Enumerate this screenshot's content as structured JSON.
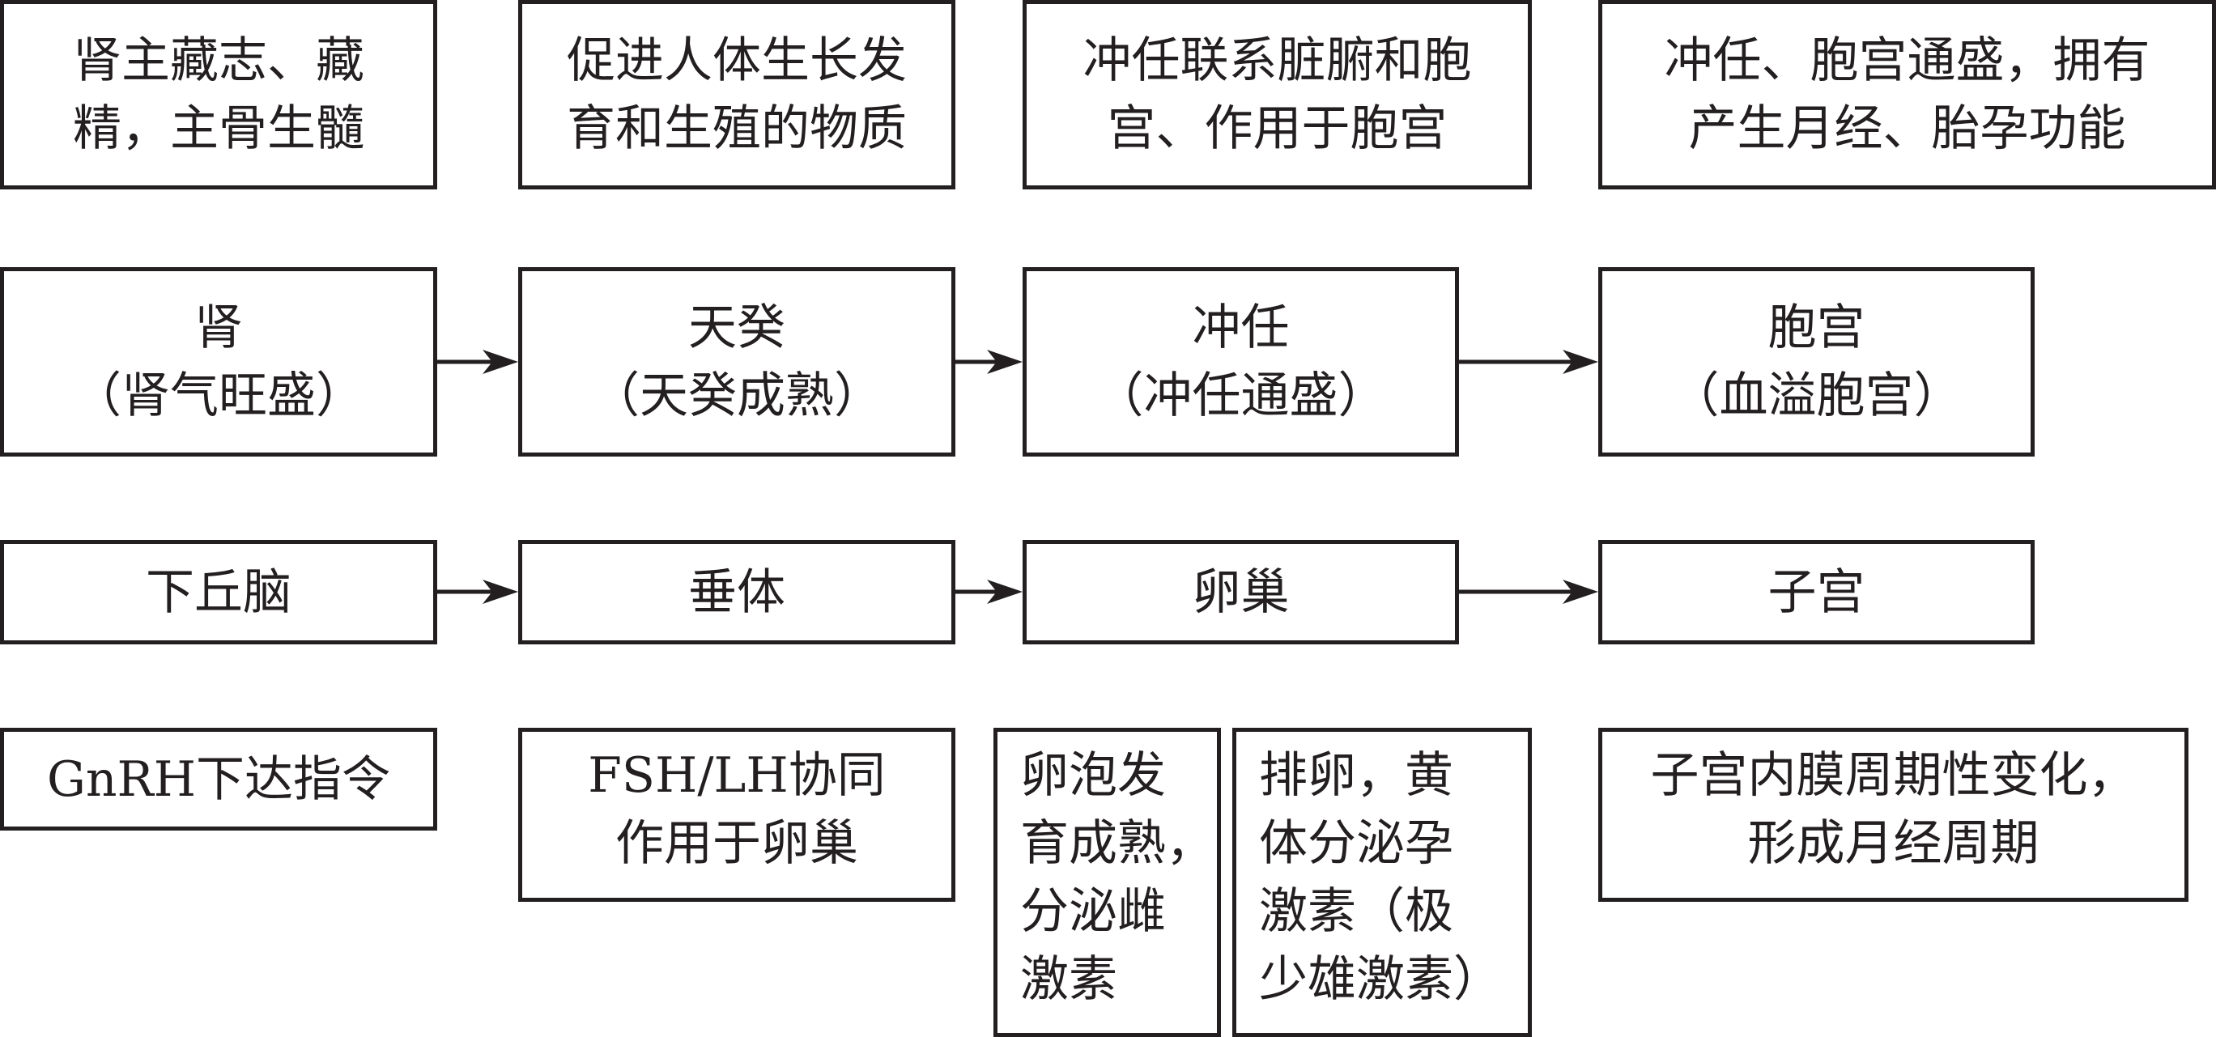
{
  "colors": {
    "stroke": "#231f20",
    "background": "#ffffff"
  },
  "row1_descriptions": [
    {
      "lines": [
        "肾主藏志、藏",
        "精，主骨生髓"
      ]
    },
    {
      "lines": [
        "促进人体生长发",
        "育和生殖的物质"
      ]
    },
    {
      "lines": [
        "冲任联系脏腑和胞",
        "宫、作用于胞宫"
      ]
    },
    {
      "lines": [
        "冲任、胞宫通盛，拥有",
        "产生月经、胎孕功能"
      ]
    }
  ],
  "row2_tcm_chain": [
    {
      "lines": [
        "肾",
        "（肾气旺盛）"
      ]
    },
    {
      "lines": [
        "天癸",
        "（天癸成熟）"
      ]
    },
    {
      "lines": [
        "冲任",
        "（冲任通盛）"
      ]
    },
    {
      "lines": [
        "胞宫",
        "（血溢胞宫）"
      ]
    }
  ],
  "row3_western_chain": [
    {
      "lines": [
        "下丘脑"
      ]
    },
    {
      "lines": [
        "垂体"
      ]
    },
    {
      "lines": [
        "卵巢"
      ]
    },
    {
      "lines": [
        "子宫"
      ]
    }
  ],
  "row4_functions": [
    {
      "lines": [
        "GnRH下达指令"
      ]
    },
    {
      "lines": [
        "FSH/LH协同",
        "作用于卵巢"
      ]
    },
    {
      "lines": [
        "卵泡发",
        "育成熟，",
        "分泌雌",
        "激素"
      ]
    },
    {
      "lines": [
        "排卵，黄",
        "体分泌孕",
        "激素（极",
        "少雄激素）"
      ]
    },
    {
      "lines": [
        "子宫内膜周期性变化，",
        "形成月经周期"
      ]
    }
  ],
  "arrows": [
    {
      "from": "肾",
      "to": "天癸"
    },
    {
      "from": "天癸",
      "to": "冲任"
    },
    {
      "from": "冲任",
      "to": "胞宫"
    },
    {
      "from": "下丘脑",
      "to": "垂体"
    },
    {
      "from": "垂体",
      "to": "卵巢"
    },
    {
      "from": "卵巢",
      "to": "子宫"
    }
  ]
}
